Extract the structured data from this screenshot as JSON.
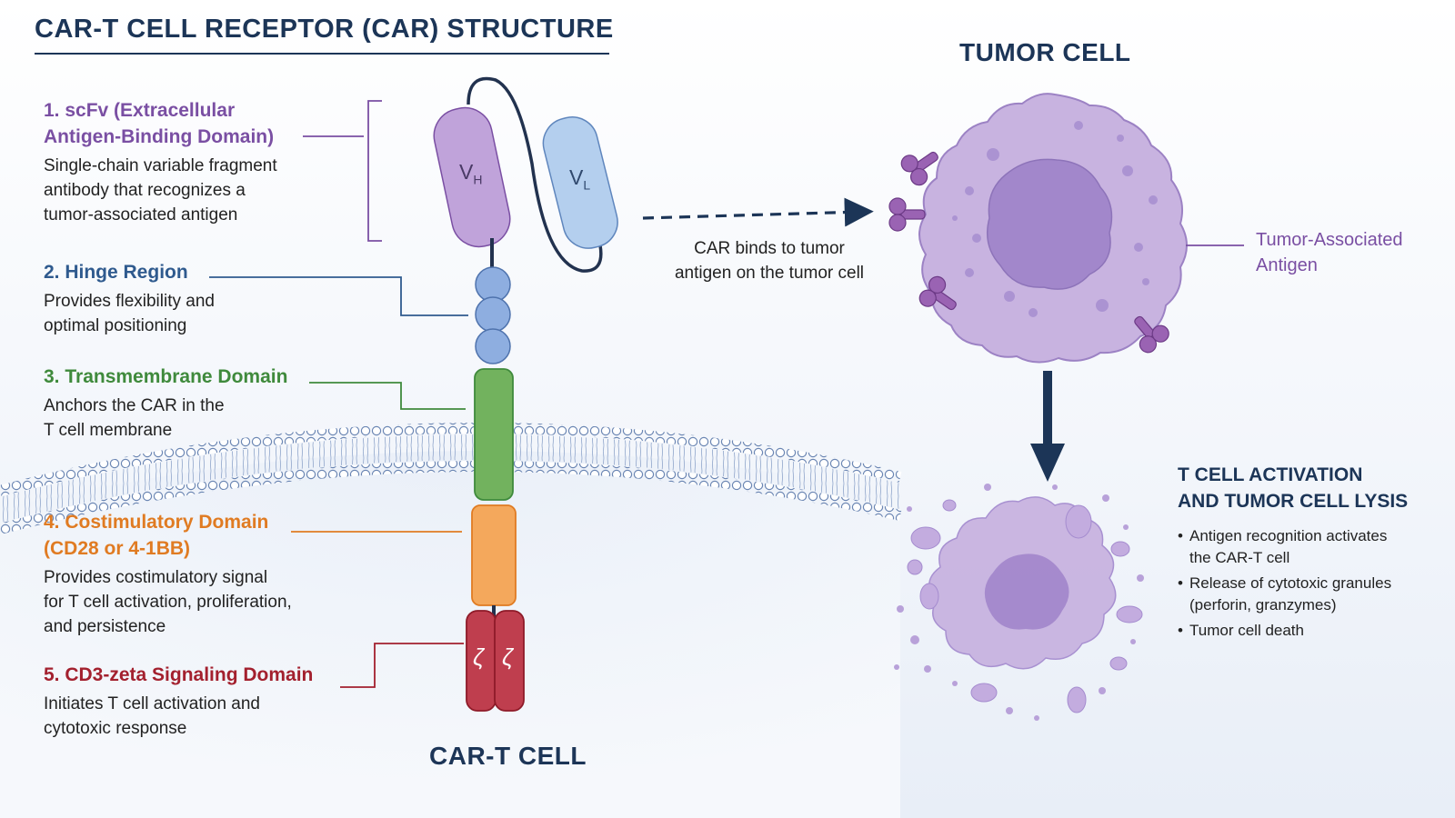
{
  "title": "CAR-T CELL RECEPTOR (CAR) STRUCTURE",
  "domains": [
    {
      "title_lines": [
        "1. scFv (Extracellular",
        "Antigen-Binding Domain)"
      ],
      "desc_lines": [
        "Single-chain variable fragment",
        "antibody that recognizes a",
        "tumor-associated antigen"
      ]
    },
    {
      "title_lines": [
        "2. Hinge Region"
      ],
      "desc_lines": [
        "Provides flexibility and",
        "optimal positioning"
      ]
    },
    {
      "title_lines": [
        "3. Transmembrane Domain"
      ],
      "desc_lines": [
        "Anchors the CAR in the",
        "T cell membrane"
      ]
    },
    {
      "title_lines": [
        "4. Costimulatory Domain",
        "(CD28 or 4-1BB)"
      ],
      "desc_lines": [
        "Provides costimulatory signal",
        "for T cell activation, proliferation,",
        "and persistence"
      ]
    },
    {
      "title_lines": [
        "5. CD3-zeta Signaling Domain"
      ],
      "desc_lines": [
        "Initiates T cell activation and",
        "cytotoxic response"
      ]
    }
  ],
  "scfv": {
    "vh": "V",
    "vh_sub": "H",
    "vl": "V",
    "vl_sub": "L"
  },
  "zeta": [
    "ζ",
    "ζ"
  ],
  "cart_label": "CAR-T CELL",
  "tumor_label": "TUMOR CELL",
  "binds_lines": [
    "CAR binds to tumor",
    "antigen on the tumor cell"
  ],
  "antigen_lines": [
    "Tumor-Associated",
    "Antigen"
  ],
  "activation": {
    "title_lines": [
      "T CELL ACTIVATION",
      "AND TUMOR CELL LYSIS"
    ],
    "bullets": [
      [
        "Antigen recognition activates",
        "the CAR-T cell"
      ],
      [
        "Release of cytotoxic granules",
        "(perforin, granzymes)"
      ],
      [
        "Tumor cell death"
      ]
    ]
  },
  "colors": {
    "navy": "#1c3557",
    "purple": "#7a4fa3",
    "blue": "#2f5a8e",
    "green": "#3f8a3c",
    "orange": "#e07b22",
    "red": "#a3202e",
    "vh_fill": "#c0a3da",
    "vl_fill": "#b4cfee",
    "tumor_fill": "#c8b3e0"
  }
}
